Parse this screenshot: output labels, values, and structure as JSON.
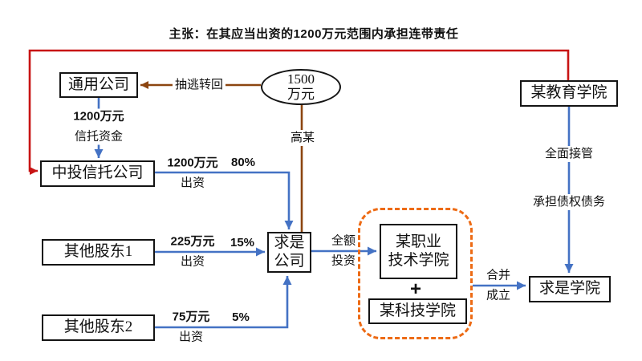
{
  "claim": "主张：在其应当出资的1200万元范围内承担连带责任",
  "nodes": {
    "tongyong": "通用公司",
    "money": {
      "line1": "1500",
      "line2": "万元"
    },
    "jiaoyu": "某教育学院",
    "zhongtou": "中投信托公司",
    "gudong1": "其他股东1",
    "gudong2": "其他股东2",
    "qiushi_gongsi": {
      "line1": "求是",
      "line2": "公司"
    },
    "zhiye": {
      "line1": "某职业",
      "line2": "技术学院"
    },
    "plus": "+",
    "keji": "某科技学院",
    "qiushi_xueyuan": "求是学院"
  },
  "edges": {
    "choutao": "抽逃转回",
    "gaomou": "高某",
    "xintuo": {
      "line1": "1200万元",
      "line2": "信托资金"
    },
    "chuzi80": {
      "line1": "1200万元",
      "line2": "出资",
      "pct": "80%"
    },
    "chuzi15": {
      "line1": "225万元",
      "line2": "出资",
      "pct": "15%"
    },
    "chuzi5": {
      "line1": "75万元",
      "line2": "出资",
      "pct": "5%"
    },
    "quane": {
      "line1": "全额",
      "line2": "投资"
    },
    "hebing": {
      "line1": "合并",
      "line2": "成立"
    },
    "quanmian": "全面接管",
    "chengdan": "承担债权债务"
  },
  "colors": {
    "claim_line": "#C81414",
    "withdraw_line": "#8C4510",
    "invest_line": "#4472C4",
    "merge_frame": "#ED6B15",
    "box_border": "#141414"
  }
}
